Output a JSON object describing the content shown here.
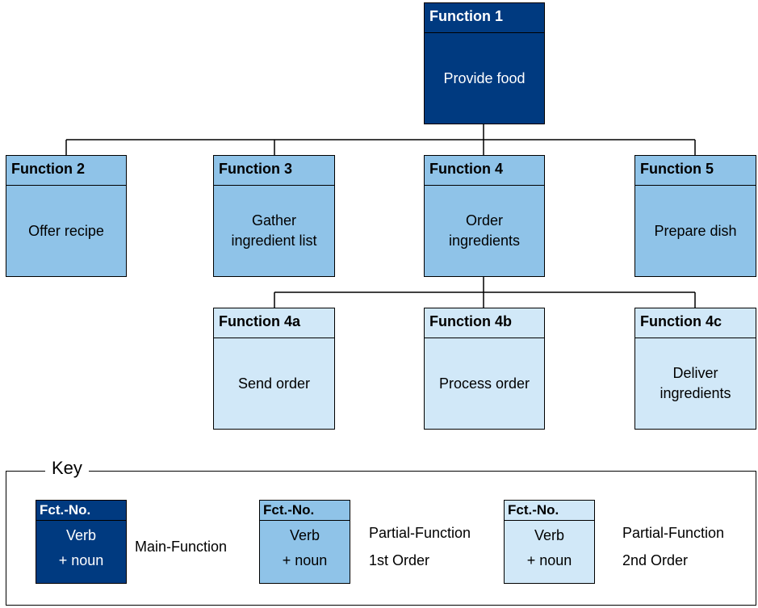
{
  "functions": {
    "f1": {
      "number": "Function 1",
      "name": "Provide food"
    },
    "f2": {
      "number": "Function 2",
      "name": "Offer recipe"
    },
    "f3": {
      "number": "Function 3",
      "name": "Gather ingredient list"
    },
    "f4": {
      "number": "Function 4",
      "name": "Order ingredients"
    },
    "f5": {
      "number": "Function 5",
      "name": "Prepare dish"
    },
    "f4a": {
      "number": "Function 4a",
      "name": "Send order"
    },
    "f4b": {
      "number": "Function 4b",
      "name": "Process order"
    },
    "f4c": {
      "number": "Function 4c",
      "name": "Deliver ingredients"
    }
  },
  "key": {
    "title": "Key",
    "items": [
      {
        "header": "Fct.-No.",
        "verb": "Verb",
        "noun": "+ noun",
        "label_line1": "Main-Function",
        "label_line2": ""
      },
      {
        "header": "Fct.-No.",
        "verb": "Verb",
        "noun": "+ noun",
        "label_line1": "Partial-Function",
        "label_line2": "1st Order"
      },
      {
        "header": "Fct.-No.",
        "verb": "Verb",
        "noun": "+ noun",
        "label_line1": "Partial-Function",
        "label_line2": "2nd Order"
      }
    ]
  },
  "colors": {
    "main_function": "#003a80",
    "first_order": "#8fc3e8",
    "second_order": "#d1e8f8",
    "lines": "#000000"
  }
}
